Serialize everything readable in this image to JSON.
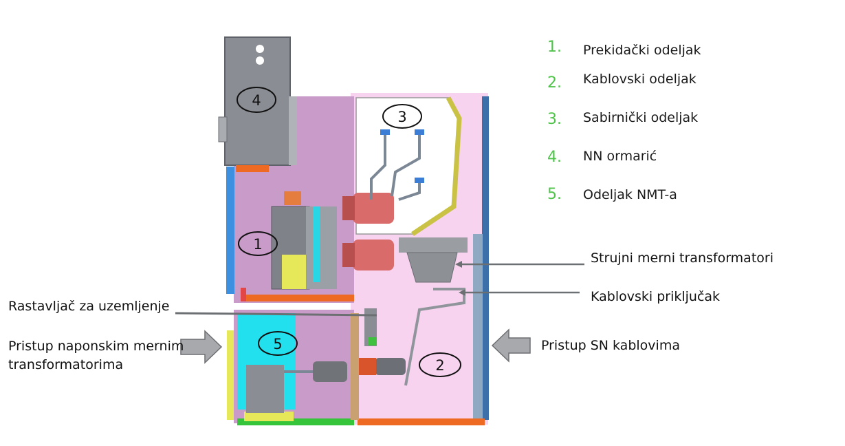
{
  "markers": [
    "1",
    "2",
    "3",
    "4",
    "5"
  ],
  "legend": [
    {
      "num": "1.",
      "text": "Prekidački odeljak"
    },
    {
      "num": "2.",
      "text": "Kablovski odeljak"
    },
    {
      "num": "3.",
      "text": "Sabirnički odeljak"
    },
    {
      "num": "4.",
      "text": "NN ormarić"
    },
    {
      "num": "5.",
      "text": "Odeljak NMT-a"
    }
  ],
  "labels": {
    "current_transformers": "Strujni merni transformatori",
    "cable_connection": "Kablovski priključak",
    "earthing_switch": "Rastavljač za uzemljenje",
    "vt_access_line1": "Pristup naponskim mernim",
    "vt_access_line2": "transformatorima",
    "mv_cable_access": "Pristup SN kablovima"
  },
  "colors": {
    "legend_number": "#4fc34a",
    "breaker_compartment": "#c99bc8",
    "cable_compartment": "#f7d3ef",
    "busbar_compartment": "#ffffff",
    "lv_cabinet": "#8a8d93",
    "vt_compartment": "#22e0ee",
    "frame_blue": "#3d8fe0",
    "bushing_red": "#d96b6b",
    "orange_rail": "#ee6a22",
    "yellow_part": "#e6e85a",
    "green_base": "#35c43a"
  }
}
